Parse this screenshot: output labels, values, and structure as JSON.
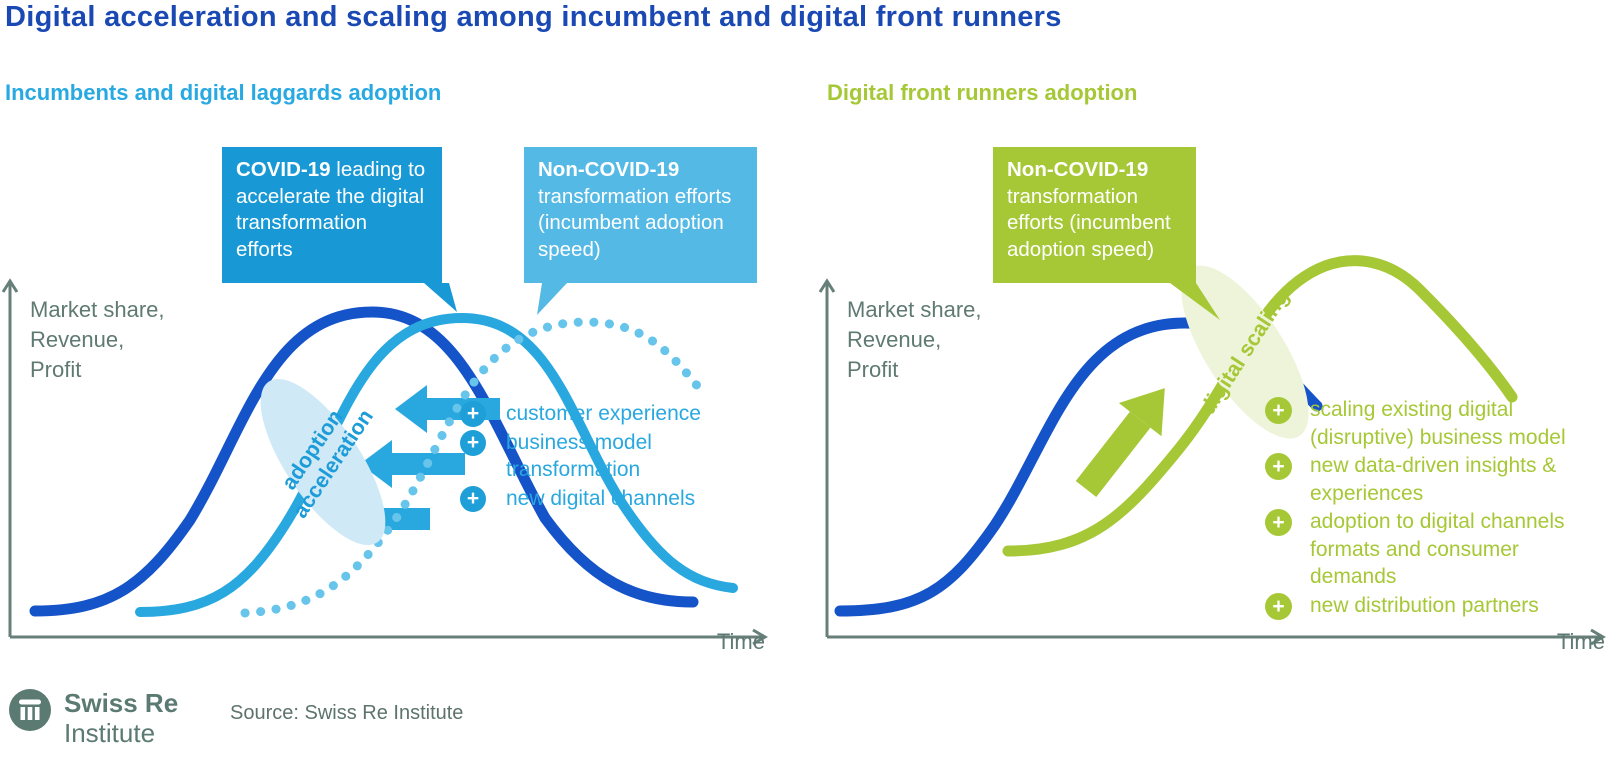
{
  "title": "Digital acceleration and scaling among incumbent and digital front runners",
  "icons": {
    "plus": "+"
  },
  "colors": {
    "title_blue": "#1a49b4",
    "incumbent_curve_blue": "#1553c8",
    "laggard_curve_blue": "#29a8e0",
    "dotted_curve_blue": "#67c4ea",
    "covid_box_blue": "#1899d6",
    "noncovid_box_blue": "#55b9e5",
    "front_runner_green": "#a6c836",
    "ellipse_blue_fill": "#cfe9f7",
    "ellipse_green_fill": "#eef4da",
    "axis_gray": "#667f78",
    "label_sage": "#5f7a72"
  },
  "left_panel": {
    "heading": "Incumbents and digital laggards adoption",
    "y_axis_label": "Market share,\nRevenue,\nProfit",
    "x_axis_label": "Time",
    "callouts": [
      {
        "bold": "COVID-19",
        "text": " leading to accelerate the digital transformation efforts"
      },
      {
        "bold": "Non-COVID-19",
        "text": " transformation efforts (incumbent adoption speed)"
      }
    ],
    "ellipse_label": "adoption acceleration",
    "bullets": [
      {
        "icon": "plus-icon",
        "text": "customer experience"
      },
      {
        "icon": "plus-icon",
        "text": "business model transformation"
      },
      {
        "icon": "plus-icon",
        "text": "new digital channels"
      }
    ],
    "curves": [
      {
        "name": "incumbent-curve",
        "color": "#1553c8",
        "style": "solid"
      },
      {
        "name": "laggard-covid-curve",
        "color": "#29a8e0",
        "style": "solid"
      },
      {
        "name": "non-covid-curve",
        "color": "#67c4ea",
        "style": "dotted"
      }
    ]
  },
  "right_panel": {
    "heading": "Digital front runners adoption",
    "y_axis_label": "Market share,\nRevenue,\nProfit",
    "x_axis_label": "Time",
    "callouts": [
      {
        "bold": "Non-COVID-19",
        "text": " transformation efforts (incumbent adoption speed)"
      }
    ],
    "ellipse_label": "digital scaling",
    "bullets": [
      {
        "icon": "plus-icon",
        "text": "scaling existing digital (disruptive) business model"
      },
      {
        "icon": "plus-icon",
        "text": "new data-driven insights & experiences"
      },
      {
        "icon": "plus-icon",
        "text": "adoption to digital channels formats and consumer demands"
      },
      {
        "icon": "plus-icon",
        "text": "new distribution partners"
      }
    ],
    "curves": [
      {
        "name": "incumbent-curve",
        "color": "#1553c8",
        "style": "solid"
      },
      {
        "name": "front-runner-curve",
        "color": "#a6c836",
        "style": "solid"
      }
    ]
  },
  "footer": {
    "logo_line1": "Swiss Re",
    "logo_line2": "Institute",
    "source": "Source: Swiss Re Institute"
  }
}
